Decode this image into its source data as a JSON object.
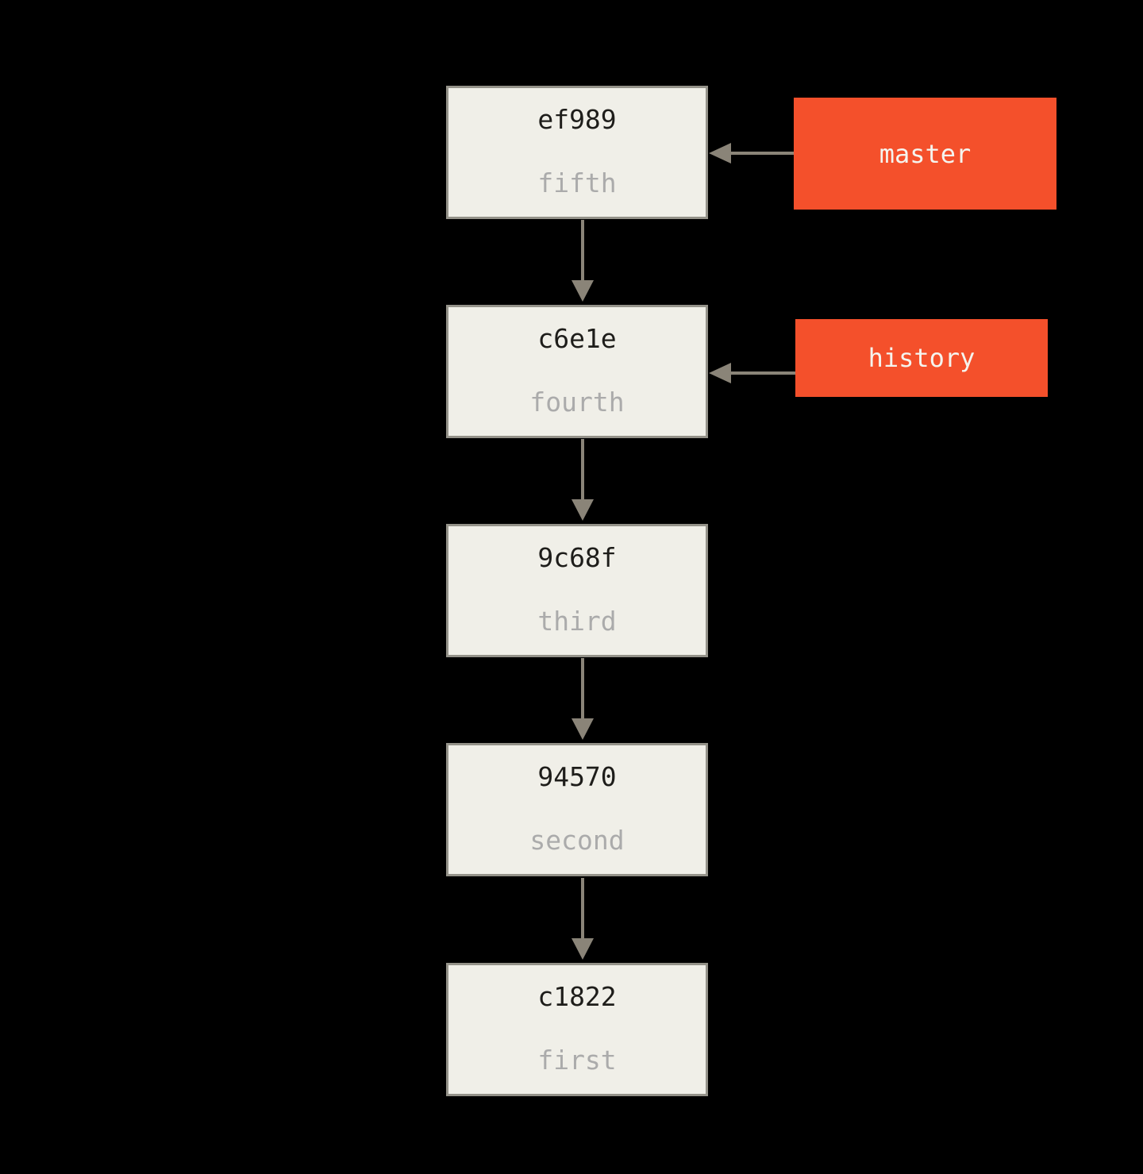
{
  "colors": {
    "background": "#000000",
    "commit_box_bg": "#f0efe8",
    "commit_box_border": "#949289",
    "commit_id_text": "#1e1d1a",
    "commit_message_text": "#ababab",
    "branch_label_bg": "#f4502b",
    "branch_label_text": "#f5f4ee",
    "arrow": "#8a8478"
  },
  "commits": [
    {
      "id": "ef989",
      "message": "fifth"
    },
    {
      "id": "c6e1e",
      "message": "fourth"
    },
    {
      "id": "9c68f",
      "message": "third"
    },
    {
      "id": "94570",
      "message": "second"
    },
    {
      "id": "c1822",
      "message": "first"
    }
  ],
  "branches": [
    {
      "name": "master",
      "points_to": "ef989"
    },
    {
      "name": "history",
      "points_to": "c6e1e"
    }
  ]
}
